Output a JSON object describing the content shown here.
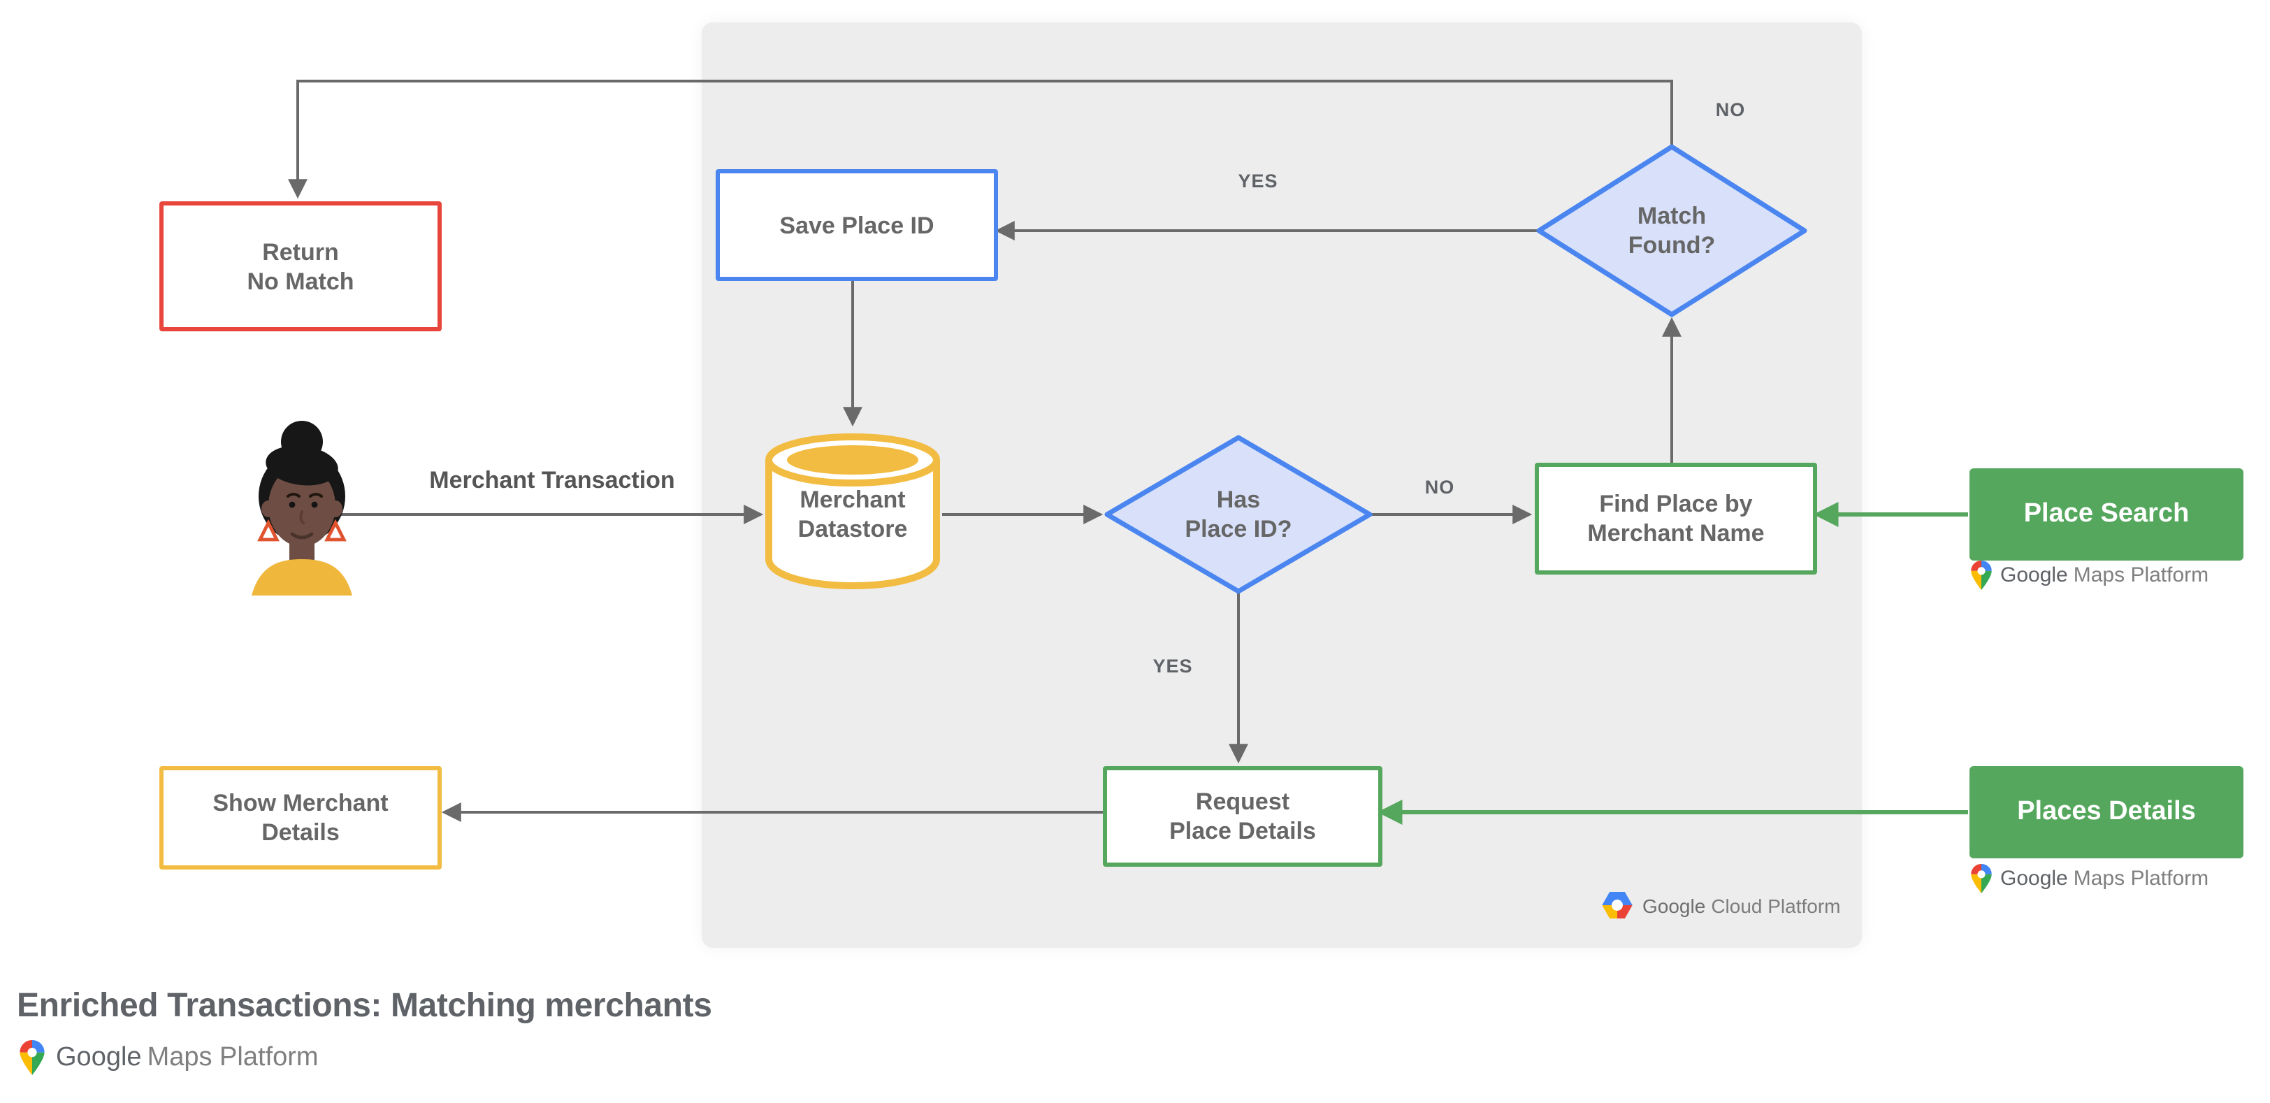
{
  "title": "Enriched Transactions: Matching merchants",
  "nodes": {
    "return_no_match": {
      "label": "Return\nNo Match"
    },
    "save_place_id": {
      "label": "Save Place ID"
    },
    "merchant_datastore": {
      "label": "Merchant\nDatastore"
    },
    "has_place_id": {
      "label": "Has\nPlace ID?"
    },
    "match_found": {
      "label": "Match\nFound?"
    },
    "find_place": {
      "label": "Find Place by\nMerchant Name"
    },
    "request_place_details": {
      "label": "Request\nPlace Details"
    },
    "show_merchant_details": {
      "label": "Show Merchant\nDetails"
    }
  },
  "api": {
    "place_search": {
      "label": "Place Search"
    },
    "places_details": {
      "label": "Places Details"
    }
  },
  "edges": {
    "merchant_transaction": "Merchant Transaction",
    "match_found_no": "NO",
    "match_found_yes": "YES",
    "has_place_id_no": "NO",
    "has_place_id_yes": "YES"
  },
  "brands": {
    "gcp": {
      "google": "Google",
      "product": "Cloud Platform"
    },
    "gmp": {
      "google": "Google",
      "product": "Maps Platform"
    }
  },
  "colors": {
    "red_border": "#E8463C",
    "blue_border": "#4B86F0",
    "diamond_fill": "#D8E1F9",
    "green": "#55A75D",
    "yellow": "#F2BC42",
    "line_gray": "#6A6A6A",
    "node_text": "#666666",
    "panel_bg": "#EDEDED"
  }
}
